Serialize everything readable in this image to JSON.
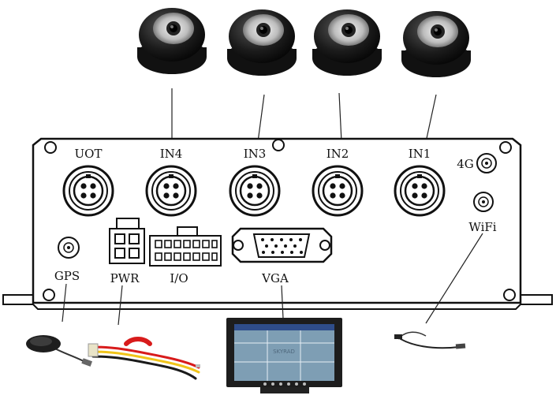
{
  "labels": {
    "uot": "UOT",
    "in4": "IN4",
    "in3": "IN3",
    "in2": "IN2",
    "in1": "IN1",
    "ant_4g": "4G",
    "wifi": "WiFi",
    "gps": "GPS",
    "pwr": "PWR",
    "io": "I/O",
    "vga": "VGA"
  },
  "monitor": {
    "brand": "SKYRAD"
  }
}
